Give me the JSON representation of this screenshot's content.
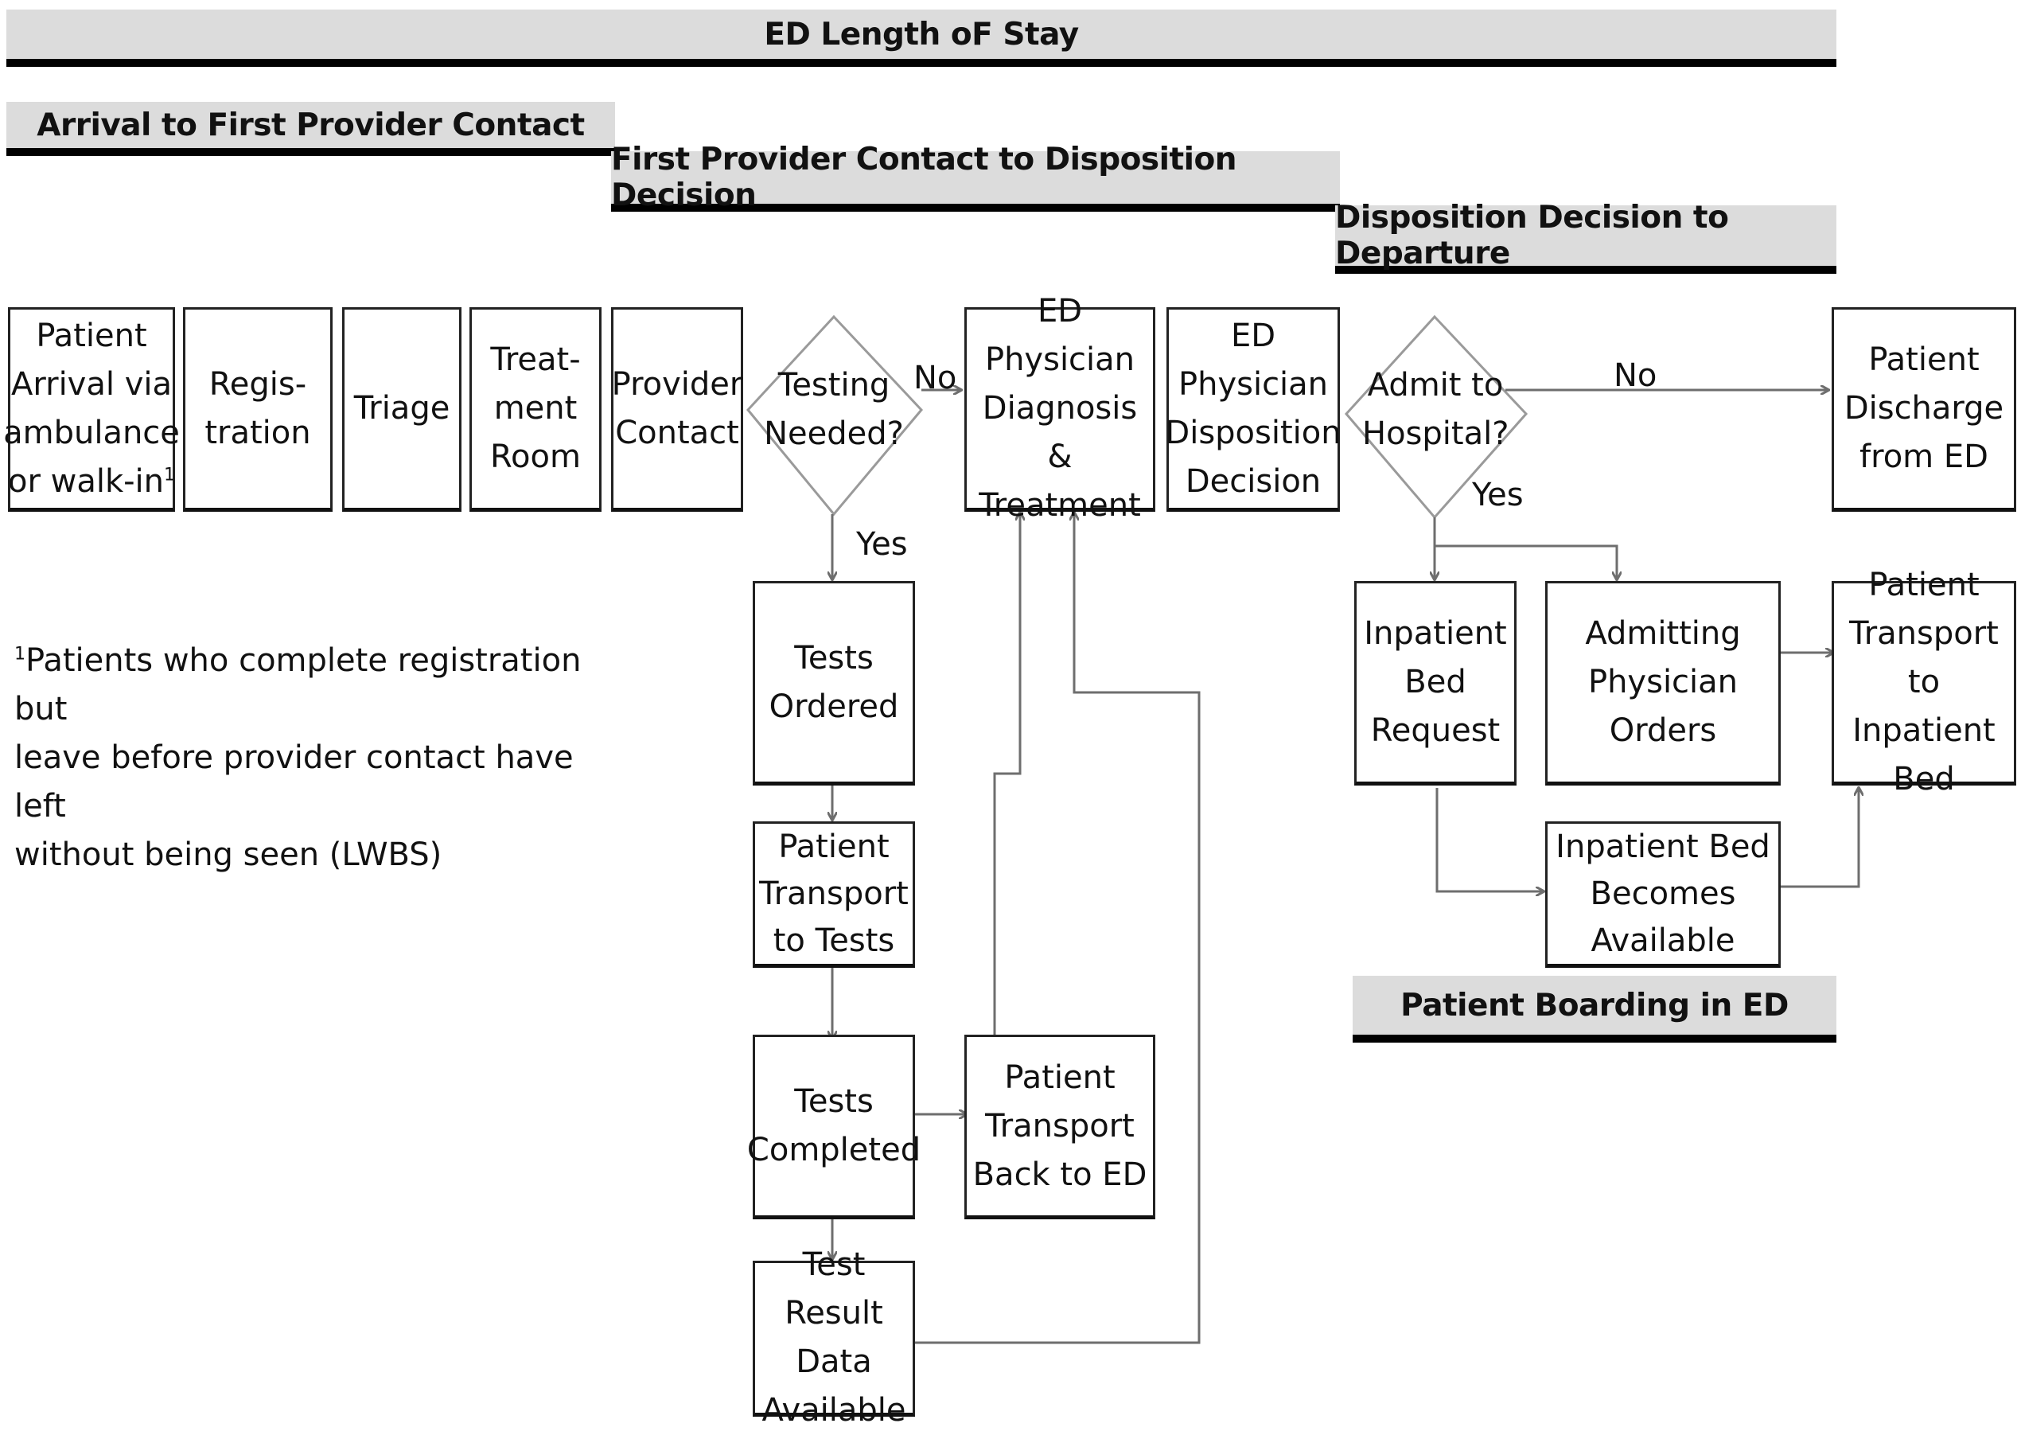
{
  "bars": {
    "ed_los": "ED Length oF Stay",
    "arrival_first": "Arrival to First Provider Contact",
    "first_disposition": "First Provider Contact to Disposition Decision",
    "disposition_departure": "Disposition Decision to Departure",
    "boarding": "Patient Boarding  in ED"
  },
  "steps": {
    "arrival": [
      "Patient",
      "Arrival via",
      "ambulance",
      "or walk-in"
    ],
    "arrival_sup": "1",
    "registration": [
      "Regis-",
      "tration"
    ],
    "triage": [
      "Triage"
    ],
    "treatment_room": [
      "Treat-",
      "ment",
      "Room"
    ],
    "provider_contact": [
      "Provider",
      "Contact"
    ],
    "ed_physician_dx": [
      "ED Physician",
      "Diagnosis &",
      "Treatment"
    ],
    "ed_physician_dispo": [
      "ED",
      "Physician",
      "Disposition",
      "Decision"
    ],
    "patient_discharge": [
      "Patient",
      "Discharge",
      "from ED"
    ],
    "tests_ordered": [
      "Tests",
      "Ordered"
    ],
    "transport_tests": [
      "Patient",
      "Transport",
      "to Tests"
    ],
    "tests_completed": [
      "Tests",
      "Completed"
    ],
    "transport_back": [
      "Patient",
      "Transport",
      "Back to ED"
    ],
    "test_result": [
      "Test Result",
      "Data",
      "Available"
    ],
    "inpatient_bed_request": [
      "Inpatient",
      "Bed",
      "Request"
    ],
    "admitting_orders": [
      "Admitting",
      "Physician",
      "Orders"
    ],
    "transport_inpatient": [
      "Patient",
      "Transport to",
      "Inpatient",
      "Bed"
    ],
    "bed_available": [
      "Inpatient Bed",
      "Becomes",
      "Available"
    ]
  },
  "decisions": {
    "testing_needed": [
      "Testing",
      "Needed?"
    ],
    "admit_hospital": [
      "Admit to",
      "Hospital?"
    ]
  },
  "edge_labels": {
    "testing_no": "No",
    "testing_yes": "Yes",
    "admit_no": "No",
    "admit_yes": "Yes"
  },
  "footnote": {
    "marker": "1",
    "lines": [
      "Patients who complete registration but",
      "leave before provider contact have left",
      "without being seen (LWBS)"
    ]
  },
  "colors": {
    "bar_fill": "#dcdcdc",
    "bar_rule": "#000000",
    "connector": "#6e6e6e"
  }
}
